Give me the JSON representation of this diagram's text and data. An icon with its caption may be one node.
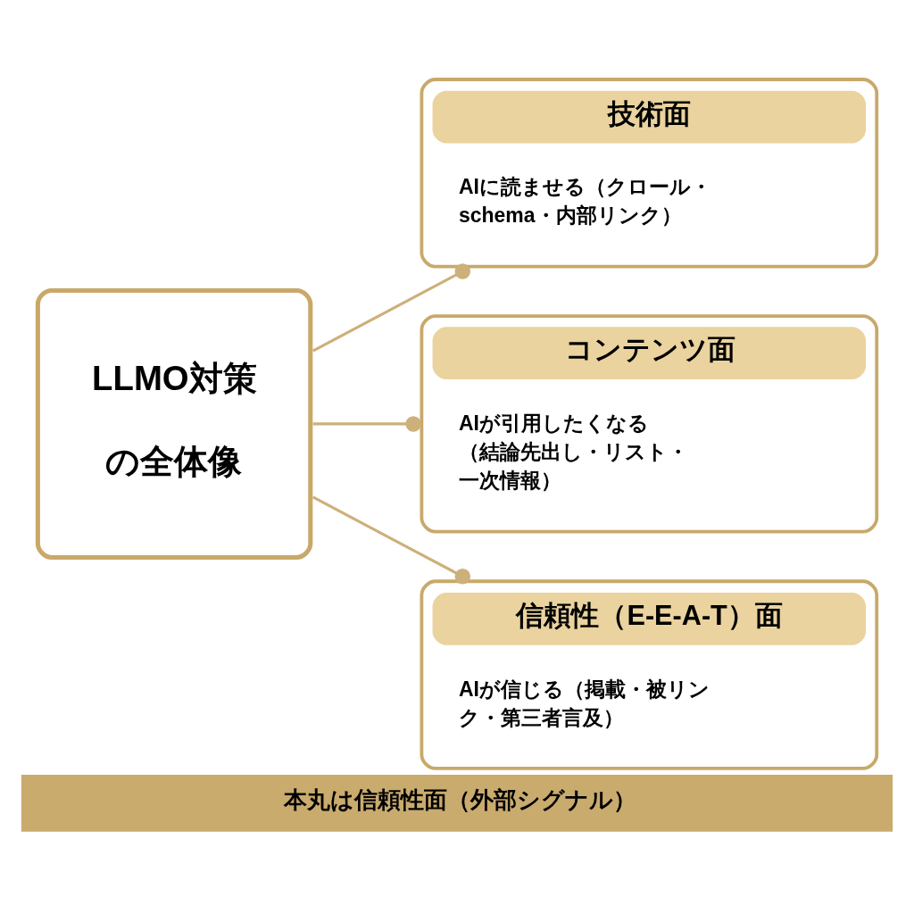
{
  "diagram": {
    "caption": "本丸は信頼性面（外部シグナル）",
    "nodes": [
      {
        "text": [
          "LLMO対策の全体像"
        ]
      },
      {
        "text": [
          "技術面",
          "AIに読ませる（クロール・schema・内部リンク）"
        ]
      },
      {
        "text": [
          "コンテンツ面",
          "AIが引用したくなる（結論先出し・リスト・一次情報）"
        ]
      },
      {
        "text": [
          "信頼性（E-E-A-T）面",
          "AIが信じる（掲載・被リンク・第三者言及）"
        ]
      }
    ],
    "edges": [
      {
        "from": 0,
        "to": 1,
        "arrow": "other"
      },
      {
        "from": 0,
        "to": 2,
        "arrow": "other"
      },
      {
        "from": 0,
        "to": 3,
        "arrow": "other"
      }
    ]
  }
}
